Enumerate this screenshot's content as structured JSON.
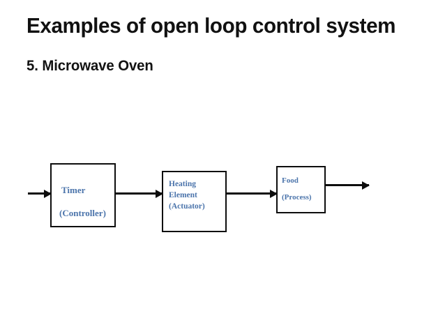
{
  "slide": {
    "title": "Examples of open loop control system",
    "subtitle": "5. Microwave Oven"
  },
  "colors": {
    "background": "#ffffff",
    "title_text": "#111111",
    "subtitle_text": "#121212",
    "block_border": "#0d0d0d",
    "block_label_text": "#4b74ab",
    "arrow": "#0d0d0d"
  },
  "diagram": {
    "type": "block-diagram",
    "description": "Open loop control system block diagram for a microwave oven",
    "flow": "input arrow -> Timer (Controller) -> Heating Element (Actuator) -> Food (Process) -> output arrow",
    "blocks": [
      {
        "id": "controller",
        "name": "Timer",
        "role": "(Controller)",
        "lines": [
          "Timer",
          "(Controller)"
        ]
      },
      {
        "id": "actuator",
        "name": "Heating Element",
        "role": "(Actuator)",
        "lines": [
          "Heating",
          "Element",
          "(Actuator)"
        ]
      },
      {
        "id": "process",
        "name": "Food",
        "role": "(Process)",
        "lines": [
          "Food",
          "(Process)"
        ]
      }
    ],
    "arrows": [
      {
        "id": "input",
        "from": "",
        "to": "controller",
        "label": ""
      },
      {
        "id": "c-to-a",
        "from": "controller",
        "to": "actuator",
        "label": ""
      },
      {
        "id": "a-to-p",
        "from": "actuator",
        "to": "process",
        "label": ""
      },
      {
        "id": "output",
        "from": "process",
        "to": "",
        "label": ""
      }
    ]
  }
}
